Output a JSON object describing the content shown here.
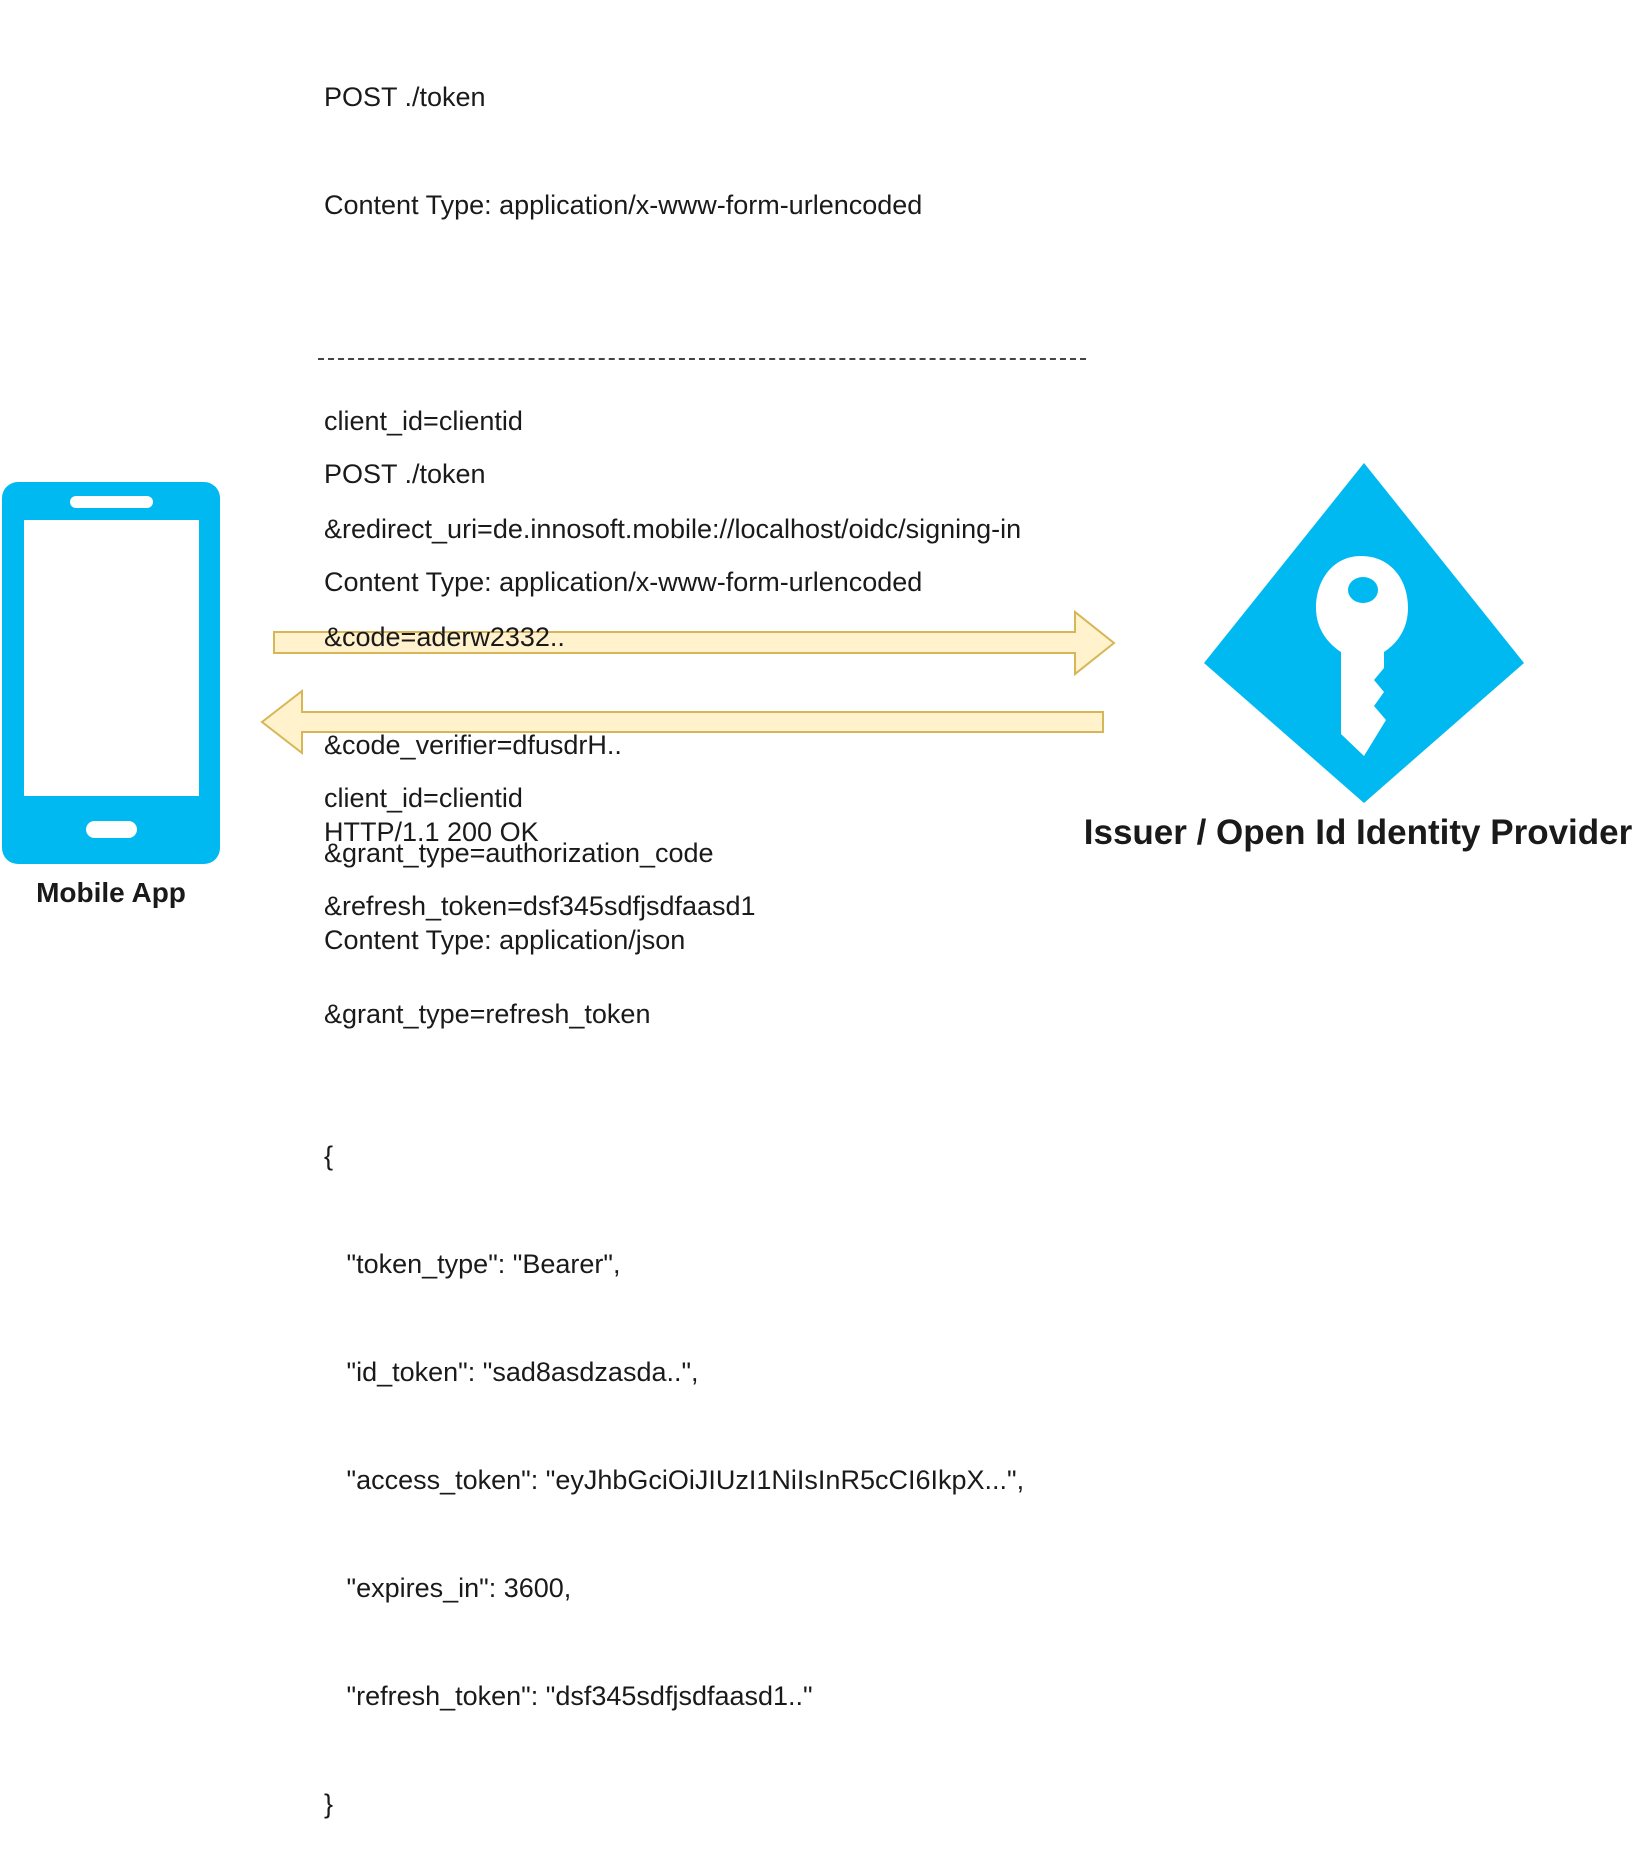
{
  "refresh_request": {
    "lines": [
      "POST ./token",
      "Content Type: application/x-www-form-urlencoded",
      "",
      "client_id=clientid",
      "&refresh_token=dsf345sdfjsdfaasd1",
      "&grant_type=refresh_token"
    ]
  },
  "code_request": {
    "lines": [
      "POST ./token",
      "Content Type: application/x-www-form-urlencoded",
      "",
      "client_id=clientid",
      "&redirect_uri=de.innosoft.mobile://localhost/oidc/signing-in",
      "&code=aderw2332..",
      "&code_verifier=dfusdrH..",
      "&grant_type=authorization_code"
    ]
  },
  "token_response": {
    "lines": [
      "HTTP/1.1 200 OK",
      "Content Type: application/json",
      "",
      "{",
      "   \"token_type\": \"Bearer\",",
      "   \"id_token\": \"sad8asdzasda..\",",
      "   \"access_token\": \"eyJhbGciOiJIUzI1NiIsInR5cCI6IkpX...\",",
      "   \"expires_in\": 3600,",
      "   \"refresh_token\": \"dsf345sdfjsdfaasd1..\"",
      "}"
    ]
  },
  "mobile_app": {
    "label": "Mobile App",
    "icon": "smartphone-icon",
    "color": "#00b9f1"
  },
  "issuer": {
    "label": "Issuer / Open Id Identity Provider",
    "icon": "key-icon",
    "color": "#00b9f1"
  },
  "arrows": {
    "fill": "#fff2cc",
    "stroke": "#d6b656"
  }
}
